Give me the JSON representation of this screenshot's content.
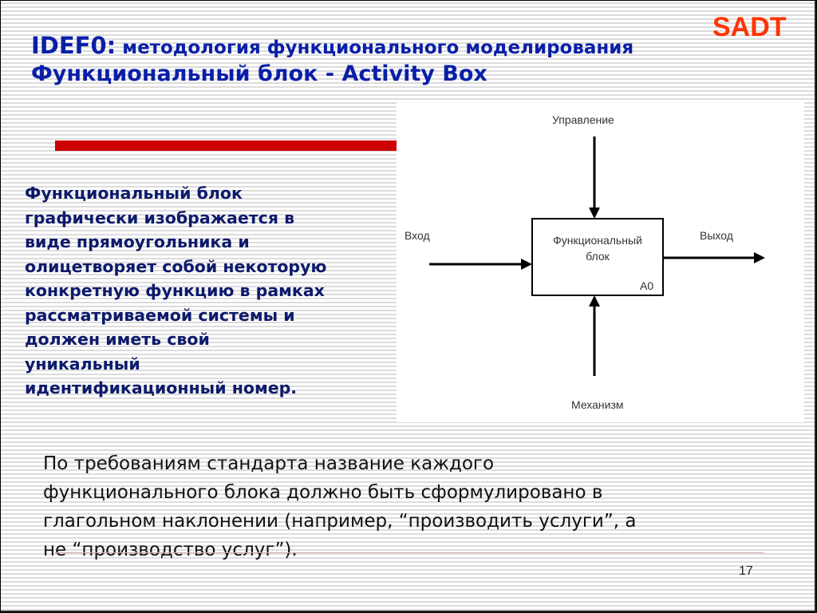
{
  "header": {
    "title_lead": "IDEF0:",
    "title_rest": " методология функционального моделирования",
    "subtitle": "Функциональный блок - Activity Box",
    "logo_text": "SADT"
  },
  "colors": {
    "title": "#0a1fa8",
    "logo": "#ff3300",
    "accent_bar": "#cc0000",
    "body_text": "#0d1a6b"
  },
  "left_text": {
    "lines": [
      "Функциональный блок",
      "графически изображается в",
      "виде прямоугольника и",
      "олицетворяет собой некоторую",
      "конкретную функцию в рамках",
      "рассматриваемой системы и",
      "должен иметь свой",
      "уникальный",
      "идентификационный номер."
    ]
  },
  "diagram": {
    "control_label": "Управление",
    "input_label": "Вход",
    "output_label": "Выход",
    "mechanism_label": "Механизм",
    "box_line1": "Функциональный",
    "box_line2": "блок",
    "box_id": "A0"
  },
  "bottom_text": {
    "lines": [
      "По требованиям стандарта название каждого",
      "функционального блока должно быть сформулировано в",
      "глагольном наклонении (например, “производить услуги”, а",
      "не “производство услуг”)."
    ]
  },
  "footer": {
    "page_number": "17"
  }
}
